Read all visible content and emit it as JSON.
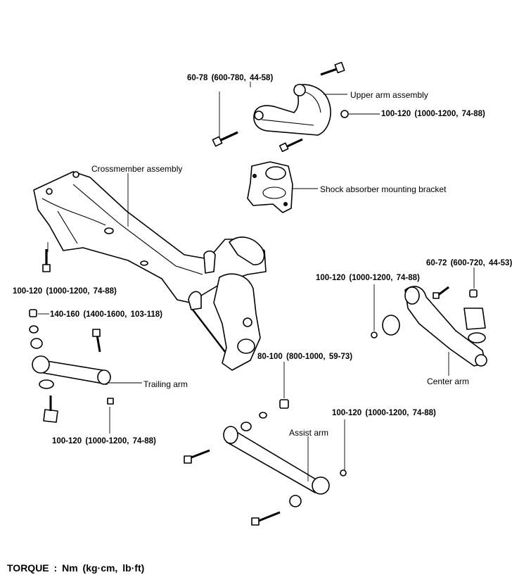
{
  "labels": {
    "upper_arm": "Upper arm assembly",
    "crossmember": "Crossmember assembly",
    "shock_bracket": "Shock absorber mounting bracket",
    "center_arm": "Center arm",
    "trailing_arm": "Trailing arm",
    "assist_arm": "Assist arm"
  },
  "torques": {
    "t1": "60-78  (600-780,  44-58)",
    "t2": "100-120  (1000-1200,  74-88)",
    "t3": "100-120  (1000-1200,  74-88)",
    "t4": "60-72  (600-720,  44-53)",
    "t5": "100-120  (1000-1200,  74-88)",
    "t6": "140-160  (1400-1600,  103-118)",
    "t7": "80-100  (800-1000,  59-73)",
    "t8": "100-120  (1000-1200,  74-88)",
    "t9": "100-120  (1000-1200,  74-88)"
  },
  "legend": "TORQUE  :  Nm  (kg·cm,  lb·ft)"
}
